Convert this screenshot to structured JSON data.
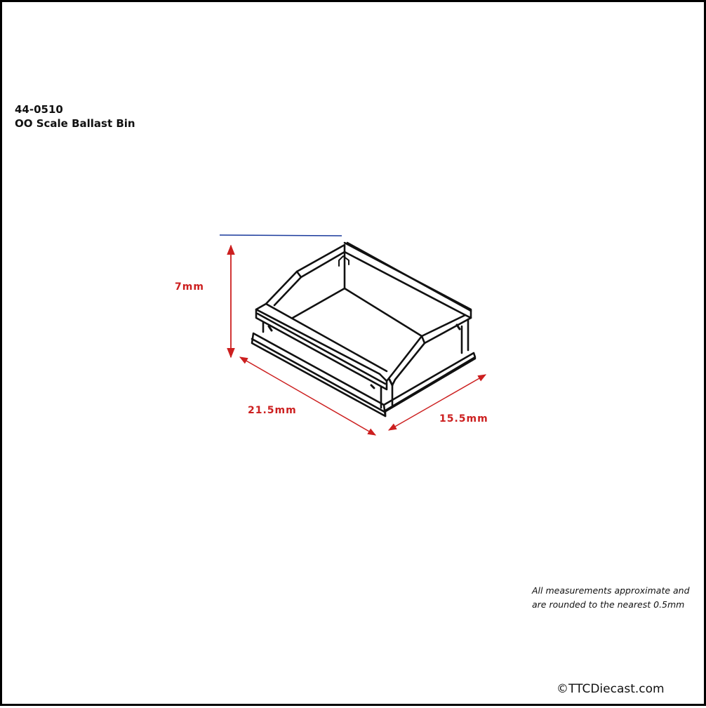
{
  "header": {
    "product_code": "44-0510",
    "product_name": "OO Scale Ballast Bin"
  },
  "dimensions": {
    "height": "7mm",
    "length": "21.5mm",
    "width": "15.5mm"
  },
  "colors": {
    "dimension": "#cc1f1f",
    "reference_line": "#1a3a9c",
    "outline": "#111111",
    "border": "#000000"
  },
  "icons": {
    "product_drawing": "isometric-ballast-bin-line-drawing"
  },
  "footer": {
    "note_line1": "All measurements approximate and",
    "note_line2": "are rounded to the nearest 0.5mm",
    "copyright": "©TTCDiecast.com"
  }
}
